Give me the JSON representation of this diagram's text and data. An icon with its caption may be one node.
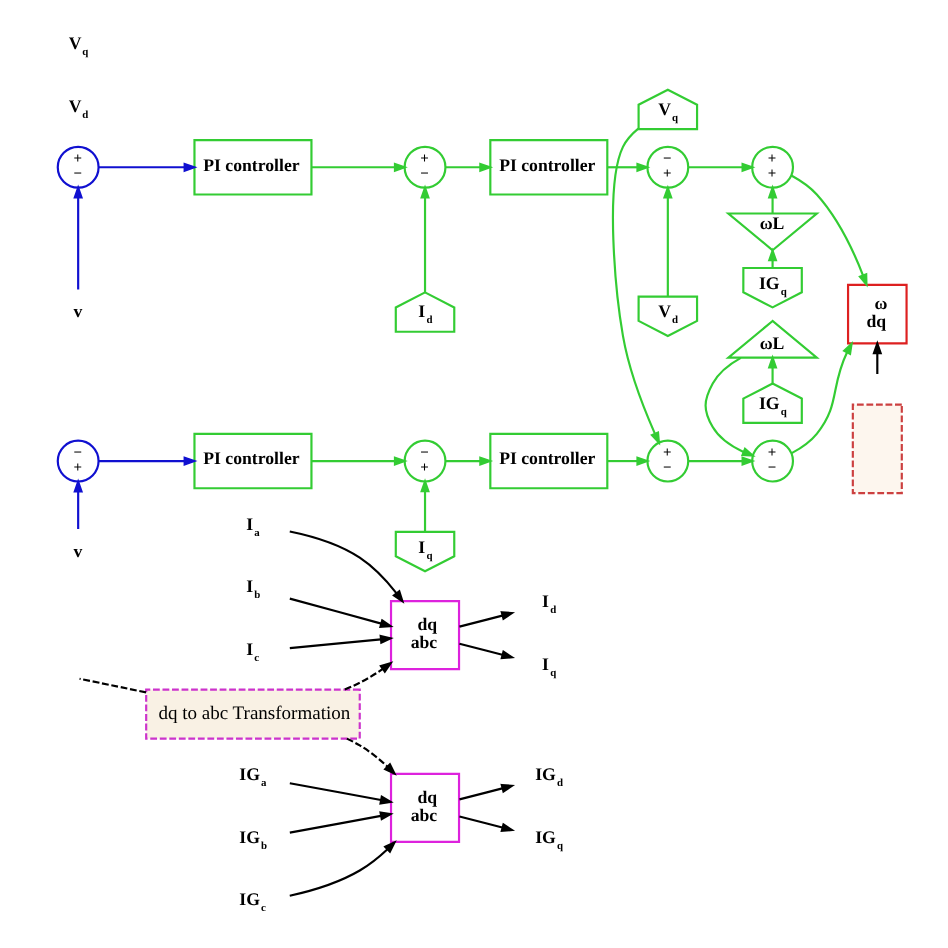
{
  "diagram": {
    "nodes": [
      {
        "text": [
          "IG$_{q}$"
        ]
      },
      {
        "text": [
          "ωL"
        ]
      },
      {
        "text": [
          "V$_{d}$"
        ]
      },
      {
        "text": [
          "+",
          "−"
        ]
      },
      {
        "text": [
          "PI controller"
        ]
      },
      {
        "text": [
          "+",
          "−"
        ]
      },
      {
        "text": [
          "PI controller"
        ]
      },
      {
        "text": [
          "−",
          "+"
        ]
      },
      {
        "text": [
          "+",
          "+"
        ]
      },
      {
        "text": [
          "I$_{d}$"
        ]
      },
      {
        "text": [
          "ω",
          "dq"
        ]
      },
      {
        "text": [
          "v"
        ]
      },
      {
        "text": [
          "v"
        ]
      },
      {
        "text": [
          "I$_{q}$"
        ]
      },
      {
        "text": [
          "−",
          "+"
        ]
      },
      {
        "text": [
          "PI controller"
        ]
      },
      {
        "text": [
          "−",
          "+"
        ]
      },
      {
        "text": [
          "PI controller"
        ]
      },
      {
        "text": [
          "+",
          "−"
        ]
      },
      {
        "text": [
          "+",
          "−"
        ]
      },
      {
        "text": [],
        "shape": "box"
      },
      {
        "text": [
          "V$_{q}$"
        ]
      },
      {
        "text": [
          "ωL"
        ]
      },
      {
        "text": [
          "dq to abc Transformation"
        ]
      },
      {
        "text": [
          "IG$_{q}$"
        ]
      },
      {
        "text": [
          "I$_{a}$"
        ]
      },
      {
        "text": [
          "I$_{b}$"
        ]
      },
      {
        "text": [
          "I$_{c}$"
        ]
      },
      {
        "text": [
          "dq",
          "abc"
        ]
      },
      {
        "text": [
          "I$_{d}$"
        ]
      },
      {
        "text": [
          "I$_{q}$"
        ]
      },
      {
        "text": [
          "IG$_{a}$"
        ]
      },
      {
        "text": [
          "IG$_{b}$"
        ]
      },
      {
        "text": [
          "IG$_{c}$"
        ]
      },
      {
        "text": [
          "dq",
          "abc"
        ]
      },
      {
        "text": [
          "IG$_{d}$"
        ]
      },
      {
        "text": [
          "IG$_{q}$"
        ]
      }
    ],
    "edges": [
      {
        "from": 11,
        "to": 3,
        "arrow": "to",
        "color": "#1010d0"
      },
      {
        "from": 3,
        "to": 4,
        "arrow": "to",
        "color": "#1010d0"
      },
      {
        "from": 4,
        "to": 5,
        "arrow": "to"
      },
      {
        "from": 9,
        "to": 5,
        "arrow": "to"
      },
      {
        "from": 5,
        "to": 6,
        "arrow": "to"
      },
      {
        "from": 6,
        "to": 7,
        "arrow": "to"
      },
      {
        "from": 2,
        "to": 7,
        "arrow": "to"
      },
      {
        "from": 7,
        "to": 8,
        "arrow": "to"
      },
      {
        "from": 0,
        "to": 1,
        "arrow": "to"
      },
      {
        "from": 1,
        "to": 8,
        "arrow": "to"
      },
      {
        "from": 8,
        "to": 10,
        "arrow": "to"
      },
      {
        "from": 12,
        "to": 14,
        "arrow": "to",
        "color": "#1010d0"
      },
      {
        "from": 14,
        "to": 15,
        "arrow": "to",
        "color": "#1010d0"
      },
      {
        "from": 15,
        "to": 16,
        "arrow": "to"
      },
      {
        "from": 13,
        "to": 16,
        "arrow": "to"
      },
      {
        "from": 16,
        "to": 17,
        "arrow": "to"
      },
      {
        "from": 17,
        "to": 18,
        "arrow": "to"
      },
      {
        "from": 21,
        "to": 18,
        "arrow": "to"
      },
      {
        "from": 18,
        "to": 19,
        "arrow": "to"
      },
      {
        "from": 24,
        "to": 22,
        "arrow": "to"
      },
      {
        "from": 22,
        "to": 19,
        "arrow": "to"
      },
      {
        "from": 19,
        "to": 10,
        "arrow": "to"
      },
      {
        "from": null,
        "to": 10,
        "arrow": "to",
        "color": "#000000"
      },
      {
        "from": 23,
        "to": null,
        "arrow": "none",
        "style": "dashed",
        "color": "#000000"
      },
      {
        "from": 23,
        "to": 28,
        "arrow": "to",
        "style": "dashed",
        "color": "#000000"
      },
      {
        "from": 23,
        "to": 34,
        "arrow": "to",
        "style": "dashed",
        "color": "#000000"
      },
      {
        "from": 25,
        "to": 28,
        "arrow": "to",
        "color": "#000000"
      },
      {
        "from": 26,
        "to": 28,
        "arrow": "to",
        "color": "#000000"
      },
      {
        "from": 27,
        "to": 28,
        "arrow": "to",
        "color": "#000000"
      },
      {
        "from": 28,
        "to": 29,
        "arrow": "to",
        "color": "#000000"
      },
      {
        "from": 28,
        "to": 30,
        "arrow": "to",
        "color": "#000000"
      },
      {
        "from": 31,
        "to": 34,
        "arrow": "to",
        "color": "#000000"
      },
      {
        "from": 32,
        "to": 34,
        "arrow": "to",
        "color": "#000000"
      },
      {
        "from": 33,
        "to": 34,
        "arrow": "to",
        "color": "#000000"
      },
      {
        "from": 34,
        "to": 35,
        "arrow": "to",
        "color": "#000000"
      },
      {
        "from": 34,
        "to": 36,
        "arrow": "to",
        "color": "#000000"
      }
    ],
    "labels": [
      "V$_{d}$",
      "V$_{q}$"
    ]
  }
}
